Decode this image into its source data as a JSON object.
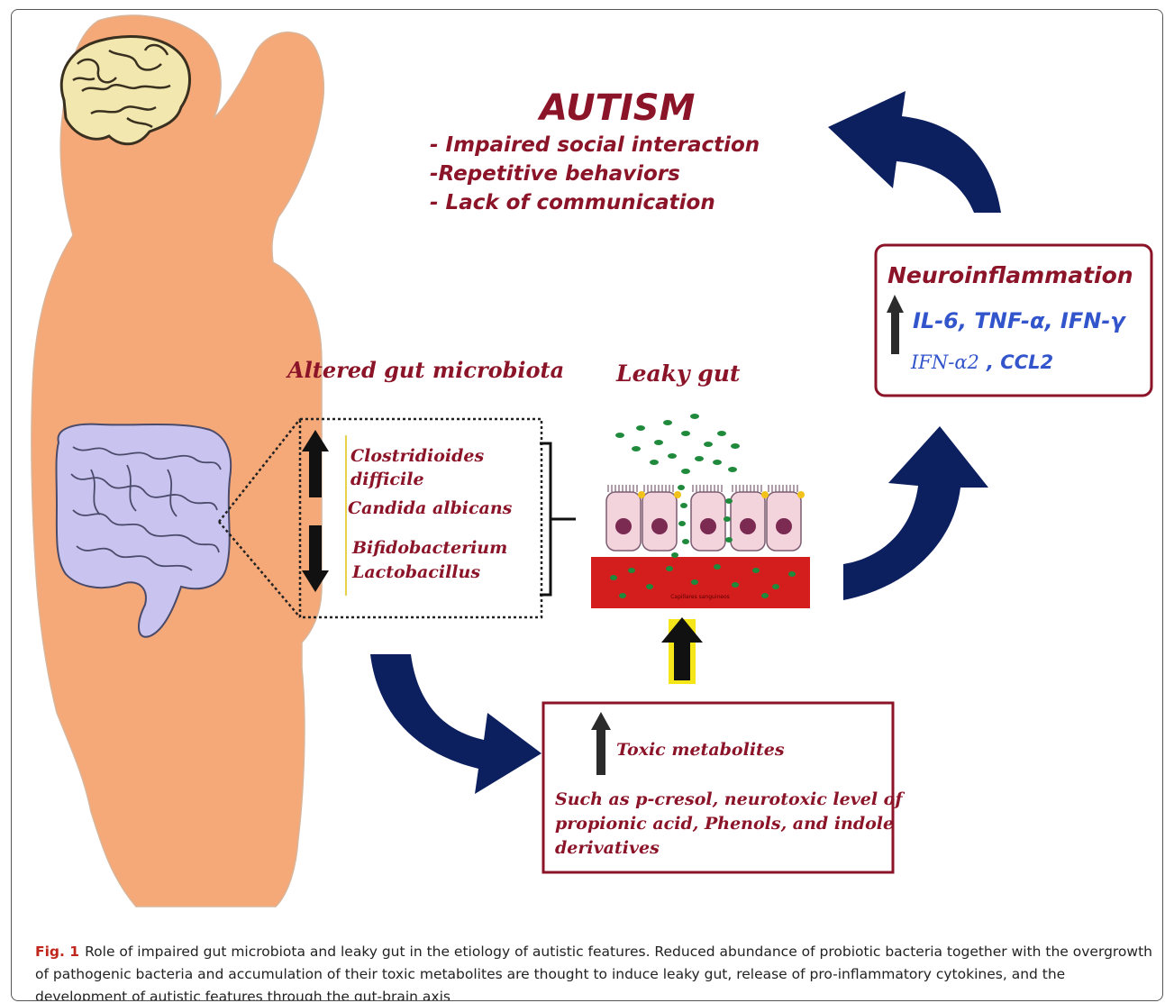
{
  "autism": {
    "title": "AUTISM",
    "symptoms": [
      "- Impaired social interaction",
      "-Repetitive behaviors",
      "- Lack of communication"
    ]
  },
  "neuroinflammation": {
    "title": "Neuroinflammation",
    "line1": "IL-6, TNF-α, IFN-γ",
    "line2_a": "IFN-α2",
    "line2_b": ", CCL2"
  },
  "microbiota": {
    "title": "Altered gut microbiota",
    "increased": [
      "Clostridioides",
      "difficile",
      "Candida albicans"
    ],
    "decreased": [
      "Bifidobacterium",
      "Lactobacillus"
    ]
  },
  "leaky_gut": {
    "title": "Leaky gut",
    "vessel_label": "Capillares sanguineos"
  },
  "toxic": {
    "title": "Toxic metabolites",
    "desc": [
      "Such as p-cresol, neurotoxic level of",
      "propionic acid, Phenols, and indole",
      "derivatives"
    ]
  },
  "caption": {
    "label": "Fig. 1",
    "text": "Role of impaired gut microbiota and leaky gut in the etiology of autistic features. Reduced abundance of probiotic bacteria together with the overgrowth of pathogenic bacteria and accumulation of their toxic metabolites are thought to induce leaky gut, release of pro-inflammatory cytokines, and the development of autistic features through the gut-brain axis"
  },
  "colors": {
    "body": "#f5a878",
    "brain": "#f3e7b0",
    "intestine": "#c9c4ef",
    "title_red": "#8b1428",
    "cytokine_blue": "#3355cc",
    "arrow_navy": "#0c1f5e",
    "vessel_red": "#d41d1d",
    "bacteria_green": "#1f8a3c",
    "cell_pink": "#f3d4dc"
  },
  "icons": [
    "brain-icon",
    "intestine-icon",
    "up-arrow-icon",
    "down-arrow-icon",
    "curved-arrow-icon"
  ]
}
